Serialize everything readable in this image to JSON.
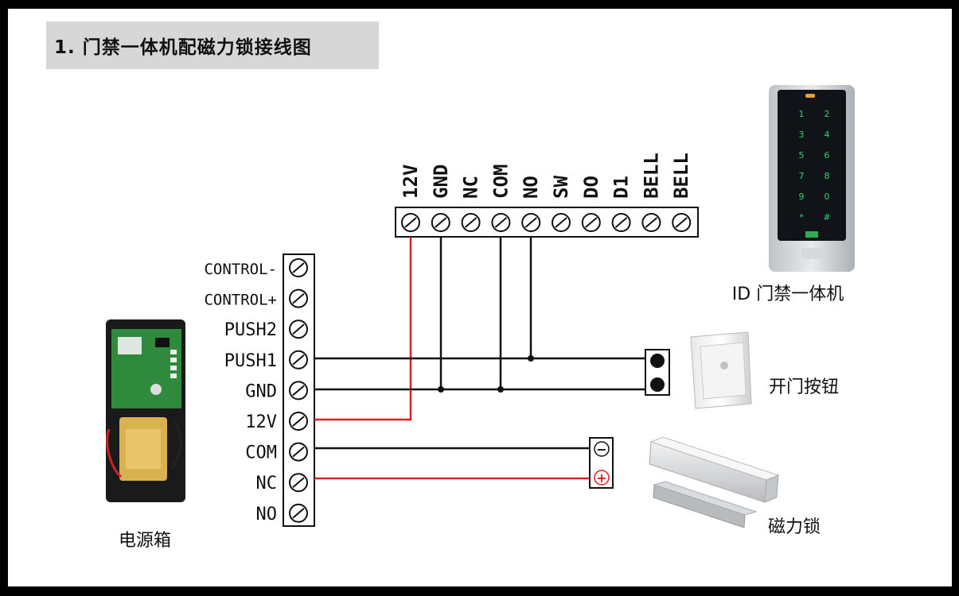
{
  "title": "1. 门禁一体机配磁力锁接线图",
  "reader_terminals": [
    "12V",
    "GND",
    "NC",
    "COM",
    "NO",
    "SW",
    "DO",
    "D1",
    "BELL",
    "BELL"
  ],
  "power_terminals": [
    "CONTROL-",
    "CONTROL+",
    "PUSH2",
    "PUSH1",
    "GND",
    "12V",
    "COM",
    "NC",
    "NO"
  ],
  "keypad_keys": [
    "1",
    "2",
    "3",
    "4",
    "5",
    "6",
    "7",
    "8",
    "9",
    "0",
    "*",
    "#"
  ],
  "lock_terminals": [
    "−",
    "+"
  ],
  "labels": {
    "reader": "ID 门禁一体机",
    "exit_button": "开门按钮",
    "mag_lock": "磁力锁",
    "power_box": "电源箱"
  },
  "colors": {
    "wire_black": "#111111",
    "wire_red": "#e01e1e",
    "keypad_glow": "#2fd36a",
    "title_bg": "#d7d7d7"
  }
}
